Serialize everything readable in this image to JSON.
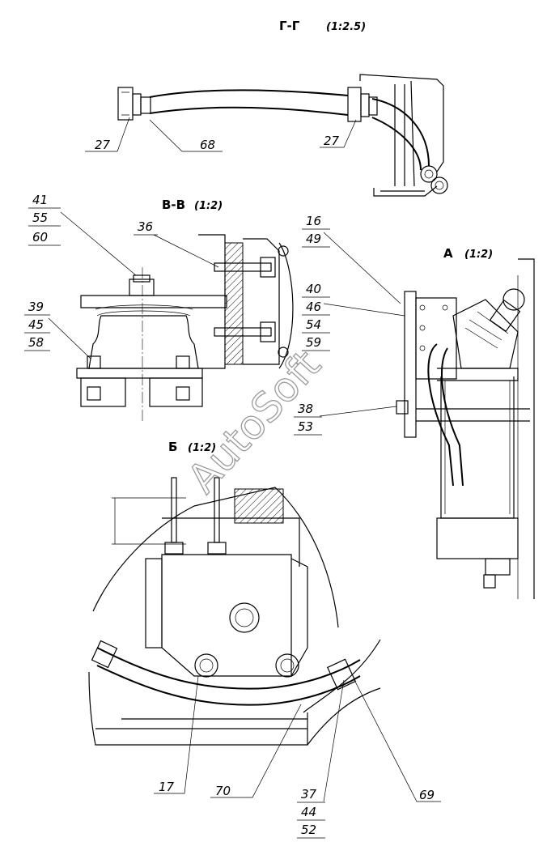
{
  "views": {
    "g": {
      "label": "Г-Г",
      "scale": "(1:2.5)"
    },
    "v": {
      "label": "В-В",
      "scale": "(1:2)"
    },
    "a": {
      "label": "А",
      "scale": "(1:2)"
    },
    "b": {
      "label": "Б",
      "scale": "(1:2)"
    }
  },
  "callouts": {
    "c27a": "27",
    "c68": "68",
    "c27b": "27",
    "c41": "41",
    "c55": "55",
    "c60": "60",
    "c36": "36",
    "c39": "39",
    "c45": "45",
    "c58": "58",
    "c16": "16",
    "c49": "49",
    "c40": "40",
    "c46": "46",
    "c54": "54",
    "c59": "59",
    "c38": "38",
    "c53": "53",
    "c17": "17",
    "c70": "70",
    "c37": "37",
    "c44": "44",
    "c52": "52",
    "c69": "69"
  },
  "watermark": "AutoSoft"
}
